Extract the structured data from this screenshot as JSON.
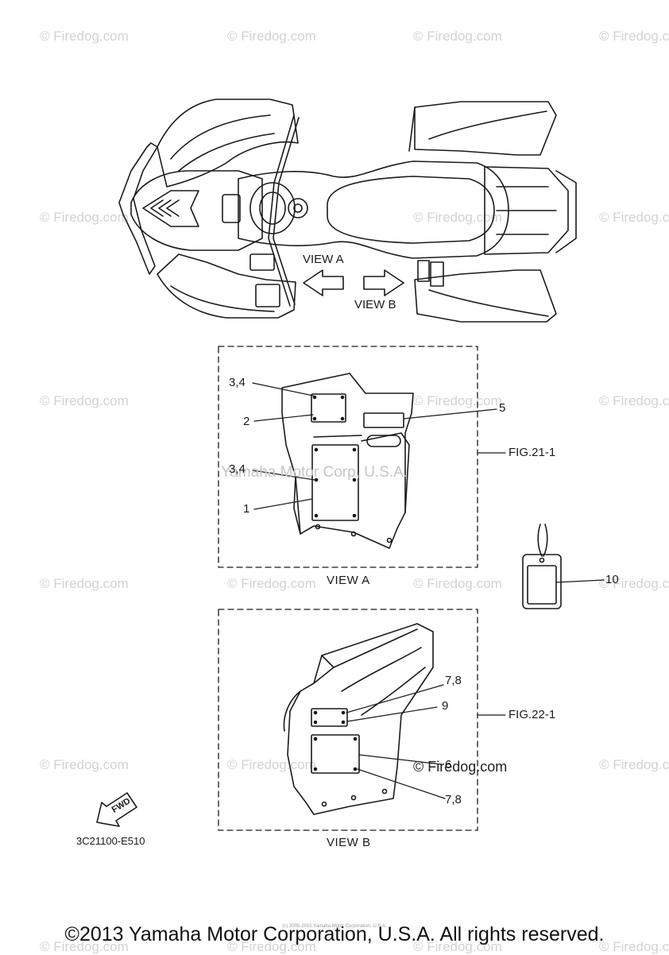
{
  "watermark_text": "© Firedog.com",
  "center_watermark": "Yamaha Motor Corp, U.S.A.",
  "overlay_watermark": "© Firedog.com",
  "top_view": {
    "view_a_label": "VIEW A",
    "view_b_label": "VIEW B"
  },
  "view_a": {
    "caption": "VIEW A",
    "fig_ref": "FIG.21-1",
    "callouts": {
      "c34a": "3,4",
      "c2": "2",
      "c34b": "3,4",
      "c1": "1",
      "c5": "5"
    }
  },
  "view_b": {
    "caption": "VIEW B",
    "fig_ref": "FIG.22-1",
    "callouts": {
      "c78a": "7,8",
      "c9": "9",
      "c6": "6",
      "c78b": "7,8"
    }
  },
  "tag_part": {
    "callout": "10"
  },
  "fwd_label": "FWD",
  "part_code": "3C21100-E510",
  "copyright": "©2013 Yamaha Motor Corporation, U.S.A. All rights reserved.",
  "tiny_footer": "(c) 2005-2015 Yamaha Motor Corporation, U.S.A."
}
